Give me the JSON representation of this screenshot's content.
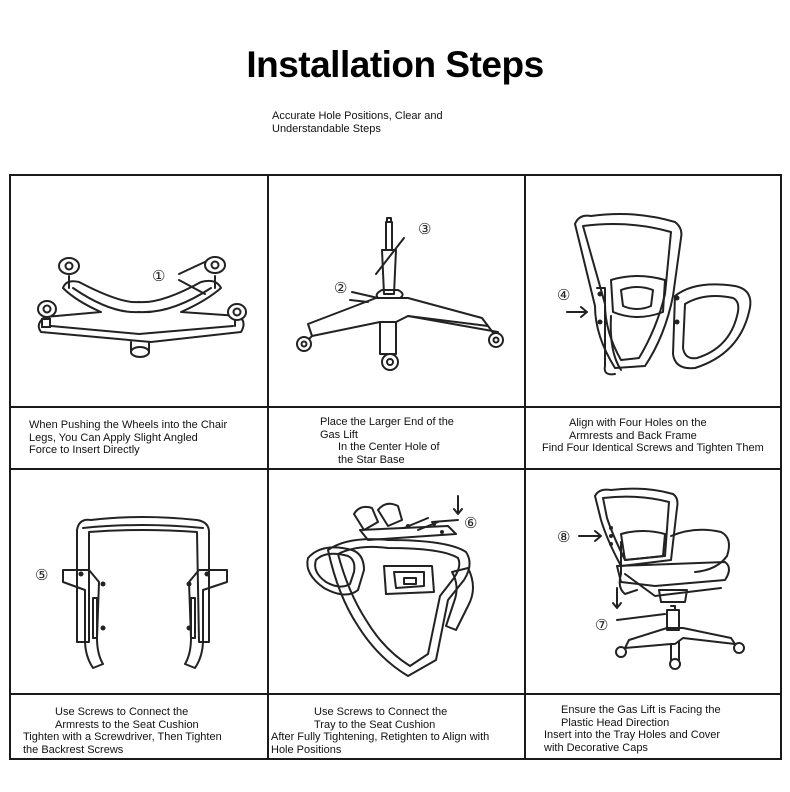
{
  "header": {
    "title": "Installation Steps",
    "subtitle_lines": [
      "Accurate Hole Positions, Clear and",
      "Understandable Steps"
    ]
  },
  "steps": [
    {
      "marker": "①",
      "caption": [
        "When Pushing the Wheels into the Chair",
        "Legs, You Can Apply Slight Angled",
        "Force to Insert Directly"
      ]
    },
    {
      "marker": "②",
      "marker2": "③",
      "caption": [
        "Place the Larger End of the",
        "Gas Lift",
        "In the Center Hole of",
        "the Star Base"
      ]
    },
    {
      "marker": "④",
      "caption": [
        "Align with Four Holes on the",
        "Armrests and Back Frame",
        "Find Four Identical Screws and Tighten Them"
      ]
    },
    {
      "marker": "⑤",
      "caption": [
        "Use Screws to Connect the",
        "Armrests to the Seat Cushion",
        "Tighten with a Screwdriver, Then Tighten",
        "the Backrest Screws"
      ]
    },
    {
      "marker": "⑥",
      "caption": [
        "Use Screws to Connect the",
        "Tray to the Seat Cushion",
        "After Fully Tightening, Retighten to Align with",
        "Hole Positions"
      ]
    },
    {
      "marker": "⑧",
      "marker2": "⑦",
      "caption": [
        "Ensure the Gas Lift is Facing the",
        "Plastic Head Direction",
        "Insert into the Tray Holes and Cover",
        "with Decorative Caps"
      ]
    }
  ]
}
